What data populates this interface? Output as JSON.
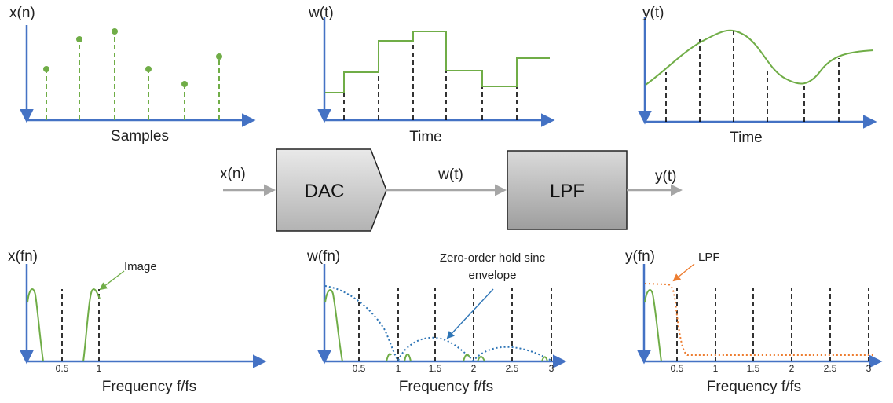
{
  "colors": {
    "axis": "#4472c4",
    "signal": "#70ad47",
    "sinc": "#2e75b6",
    "lpf": "#ed7d31",
    "block_arrow": "#a6a6a6",
    "block_fill_light": "#e7e7e7",
    "block_fill_dark": "#a6a6a6"
  },
  "top": {
    "xn": {
      "ylabel": "x(n)",
      "xlabel": "Samples"
    },
    "wt": {
      "ylabel": "w(t)",
      "xlabel": "Time"
    },
    "yt": {
      "ylabel": "y(t)",
      "xlabel": "Time"
    }
  },
  "blocks": {
    "input_label": "x(n)",
    "dac_label": "DAC",
    "mid_label": "w(t)",
    "lpf_label": "LPF",
    "output_label": "y(t)"
  },
  "bottom": {
    "xf": {
      "ylabel": "x(fn)",
      "xlabel": "Frequency f/fs",
      "ticks": [
        "0.5",
        "1"
      ],
      "annotation": "Image"
    },
    "wf": {
      "ylabel": "w(fn)",
      "xlabel": "Frequency f/fs",
      "ticks": [
        "0.5",
        "1",
        "1.5",
        "2",
        "2.5",
        "3"
      ],
      "annotation_line1": "Zero-order hold sinc",
      "annotation_line2": "envelope"
    },
    "yf": {
      "ylabel": "y(fn)",
      "xlabel": "Frequency f/fs",
      "ticks": [
        "0.5",
        "1",
        "1.5",
        "2",
        "2.5",
        "3"
      ],
      "annotation": "LPF"
    }
  }
}
